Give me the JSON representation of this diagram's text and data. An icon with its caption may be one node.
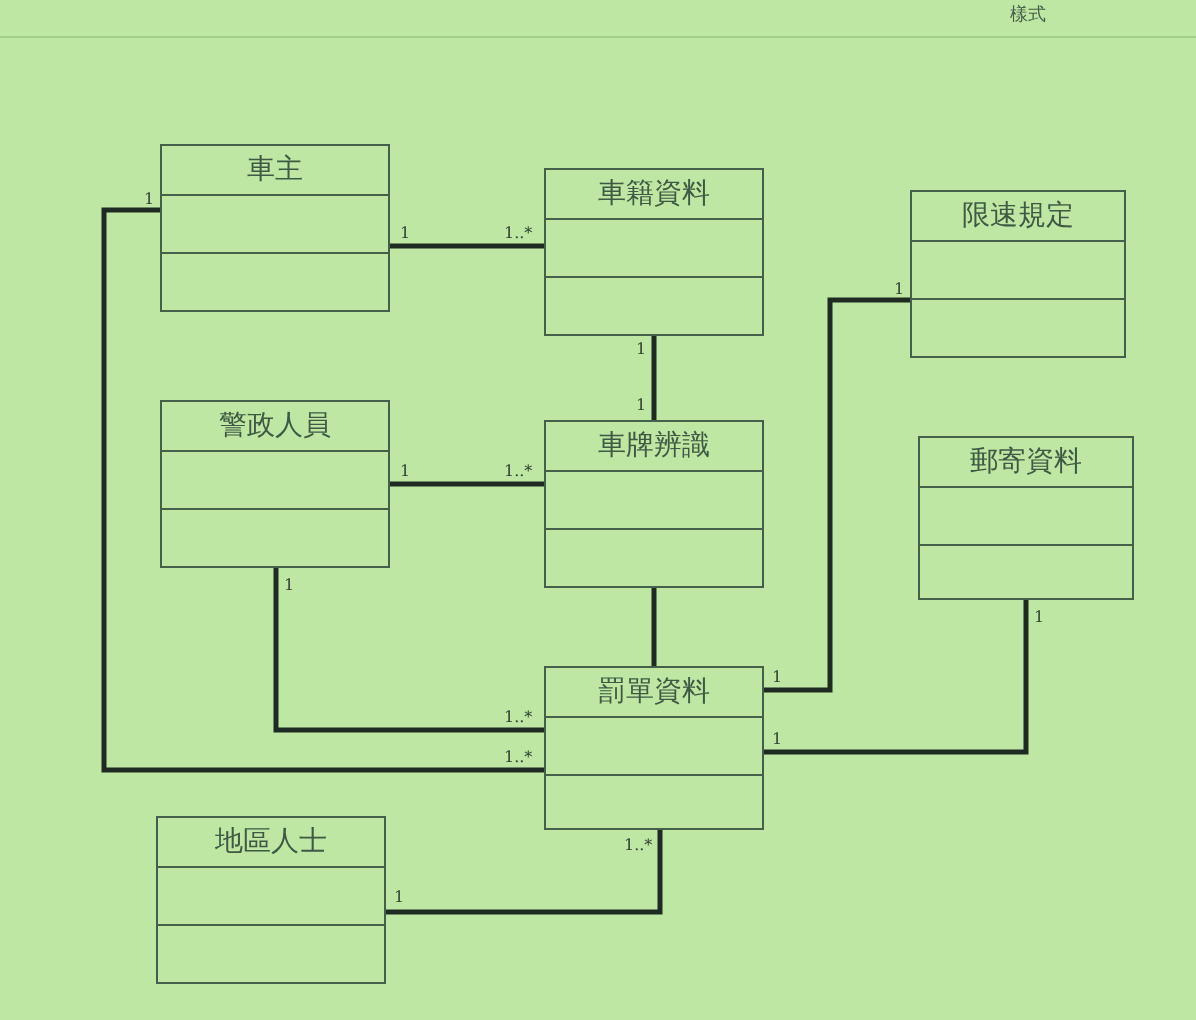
{
  "diagram": {
    "nodes": [
      {
        "text": [
          "車主"
        ]
      },
      {
        "text": [
          "車籍資料"
        ]
      },
      {
        "text": [
          "限速規定"
        ]
      },
      {
        "text": [
          "警政人員"
        ]
      },
      {
        "text": [
          "車牌辨識"
        ]
      },
      {
        "text": [
          "郵寄資料"
        ]
      },
      {
        "text": [
          "罰單資料"
        ]
      },
      {
        "text": [
          "地區人士"
        ]
      }
    ],
    "edges": [
      {
        "from": 0,
        "to": 1,
        "arrow": "none"
      },
      {
        "from": 1,
        "to": 4,
        "arrow": "none"
      },
      {
        "from": 3,
        "to": 4,
        "arrow": "none"
      },
      {
        "from": 4,
        "to": 6,
        "arrow": "none"
      },
      {
        "from": 2,
        "to": 6,
        "arrow": "none"
      },
      {
        "from": 0,
        "to": 6,
        "arrow": "none"
      },
      {
        "from": 3,
        "to": 6,
        "arrow": "none"
      },
      {
        "from": 5,
        "to": 6,
        "arrow": "none"
      },
      {
        "from": 7,
        "to": 6,
        "arrow": "none"
      }
    ],
    "labels": [
      "樣式",
      "1",
      "1",
      "1..*",
      "1",
      "1",
      "1",
      "1",
      "1..*",
      "1",
      "1",
      "1",
      "1..*",
      "1",
      "1..*",
      "1..*",
      "1"
    ]
  }
}
